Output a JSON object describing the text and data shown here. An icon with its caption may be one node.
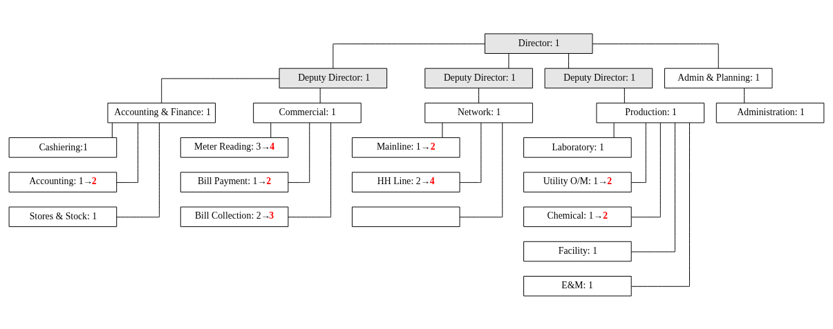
{
  "diagram": {
    "nodes": [
      {
        "text": [
          "Director: 1"
        ]
      },
      {
        "text": [
          "Deputy Director: 1"
        ]
      },
      {
        "text": [
          "Deputy Director: 1"
        ]
      },
      {
        "text": [
          "Deputy Director: 1"
        ]
      },
      {
        "text": [
          "Accounting & Finance: 1"
        ]
      },
      {
        "text": [
          "Commercial: 1"
        ]
      },
      {
        "text": [
          "Admin & Planning: 1"
        ]
      },
      {
        "text": [
          "Network: 1"
        ]
      },
      {
        "text": [
          "Production: 1"
        ]
      },
      {
        "text": [
          "Cashiering:1"
        ]
      },
      {
        "text": [
          "Accounting: 1→**2**"
        ]
      },
      {
        "text": [
          "Stores & Stock: 1"
        ]
      },
      {
        "text": [
          "Meter Reading: 3→**4**"
        ]
      },
      {
        "text": [
          "Bill Payment: 1→**2**"
        ]
      },
      {
        "text": [
          "Bill Collection: 2→**3**"
        ]
      },
      {
        "text": [
          "Administration: 1"
        ]
      },
      {
        "text": [
          "Mainline: 1→**2**"
        ]
      },
      {
        "text": [
          "HH Line: 2→**4**"
        ]
      },
      {
        "text": [],
        "shape": "box"
      },
      {
        "text": [
          "Laboratory: 1"
        ]
      },
      {
        "text": [
          "Utility O/M: 1→**2**"
        ]
      },
      {
        "text": [
          "Chemical: 1→**2**"
        ]
      },
      {
        "text": [
          "Facility: 1"
        ]
      },
      {
        "text": [
          "E&M: 1"
        ]
      }
    ],
    "edges": [
      {
        "from": 0,
        "to": 1,
        "arrow": "none"
      },
      {
        "from": 0,
        "to": 6,
        "arrow": "none"
      },
      {
        "from": 0,
        "to": 2,
        "arrow": "none"
      },
      {
        "from": 0,
        "to": 3,
        "arrow": "none"
      },
      {
        "from": 1,
        "to": 4,
        "arrow": "none"
      },
      {
        "from": 1,
        "to": 5,
        "arrow": "none"
      },
      {
        "from": 2,
        "to": 7,
        "arrow": "none"
      },
      {
        "from": 3,
        "to": 8,
        "arrow": "none"
      },
      {
        "from": 4,
        "to": 9,
        "arrow": "none"
      },
      {
        "from": 4,
        "to": 10,
        "arrow": "none"
      },
      {
        "from": 4,
        "to": 11,
        "arrow": "none"
      },
      {
        "from": 5,
        "to": 12,
        "arrow": "none"
      },
      {
        "from": 5,
        "to": 13,
        "arrow": "none"
      },
      {
        "from": 5,
        "to": 14,
        "arrow": "none"
      },
      {
        "from": 6,
        "to": 15,
        "arrow": "none"
      },
      {
        "from": 7,
        "to": 16,
        "arrow": "none"
      },
      {
        "from": 7,
        "to": 17,
        "arrow": "none"
      },
      {
        "from": 7,
        "to": 18,
        "arrow": "none"
      },
      {
        "from": 8,
        "to": 19,
        "arrow": "none"
      },
      {
        "from": 8,
        "to": 20,
        "arrow": "none"
      },
      {
        "from": 8,
        "to": 21,
        "arrow": "none"
      },
      {
        "from": 8,
        "to": 22,
        "arrow": "none"
      },
      {
        "from": 8,
        "to": 23,
        "arrow": "none"
      }
    ]
  }
}
